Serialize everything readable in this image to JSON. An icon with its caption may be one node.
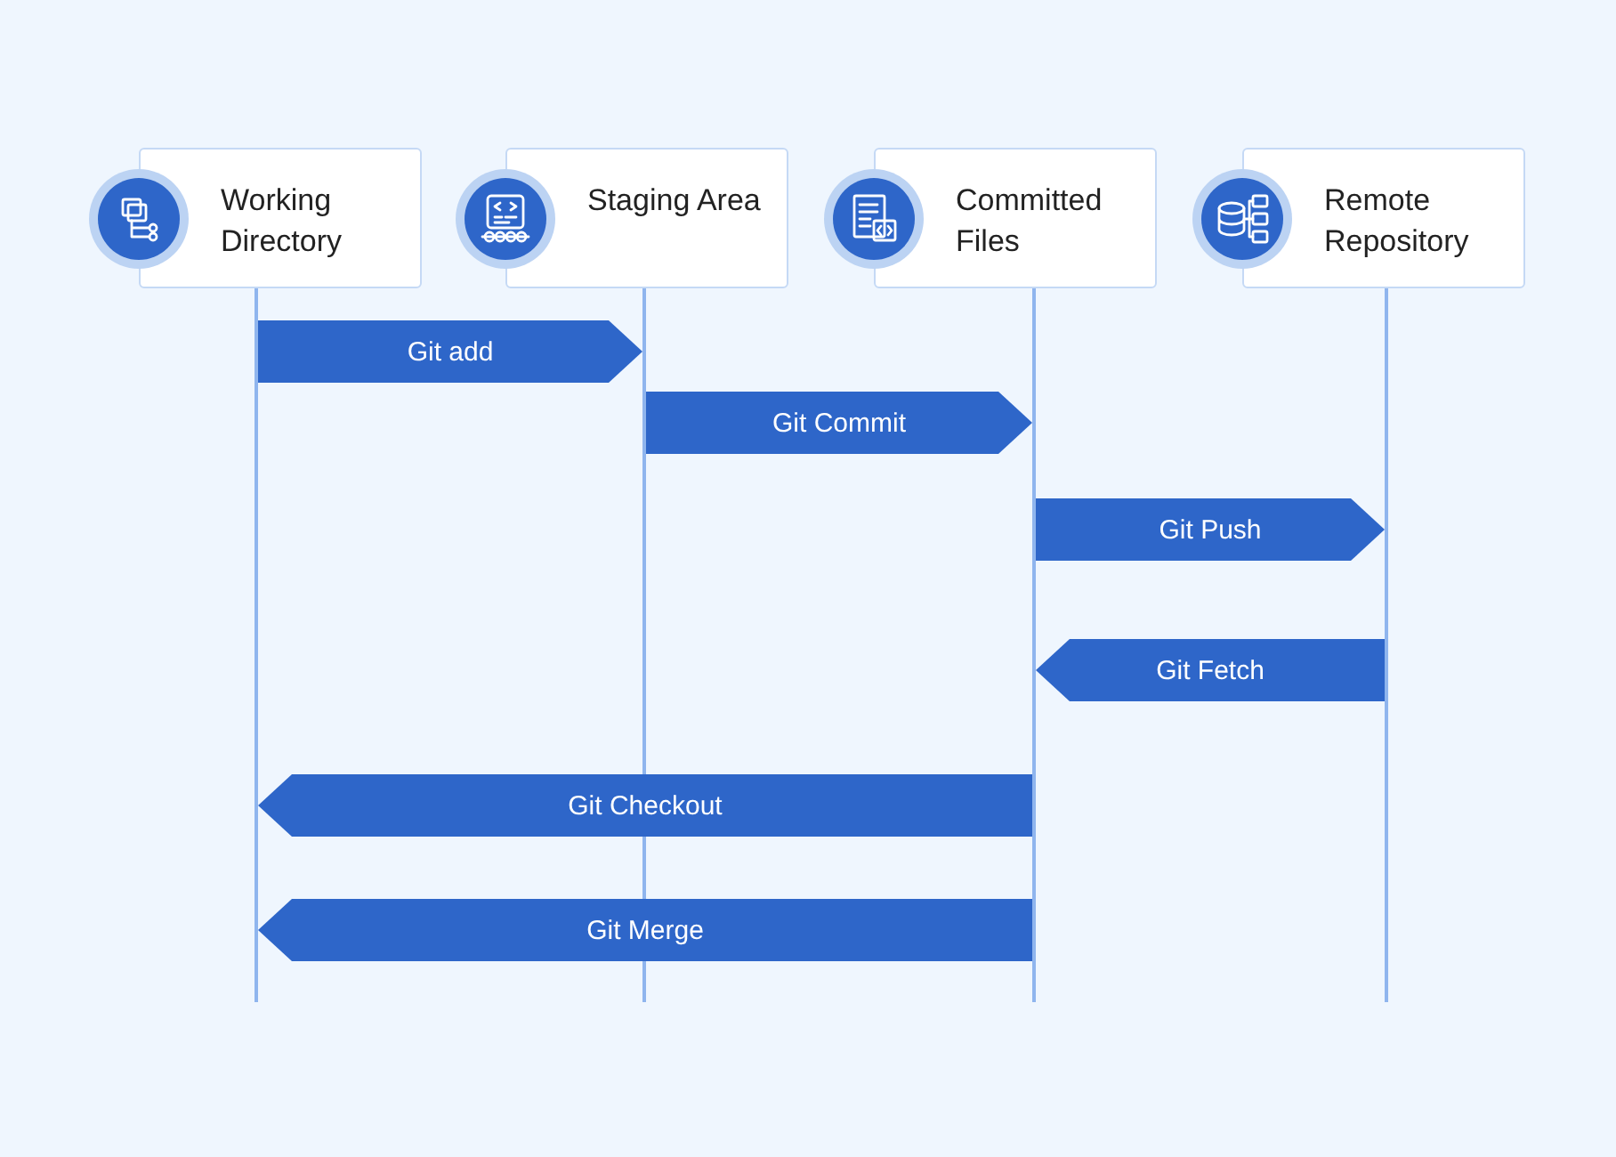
{
  "diagram": {
    "nodes": [
      {
        "text": [
          "Working Directory"
        ]
      },
      {
        "text": [
          "Staging Area"
        ]
      },
      {
        "text": [
          "Committed Files"
        ]
      },
      {
        "text": [
          "Remote Repository"
        ]
      },
      {
        "text": [],
        "shape": "bar"
      },
      {
        "text": [],
        "shape": "bar"
      },
      {
        "text": [],
        "shape": "bar"
      },
      {
        "text": [],
        "shape": "bar"
      }
    ],
    "edges": [
      {
        "from": 4,
        "to": 5,
        "arrow": "to",
        "label": "Git add"
      },
      {
        "from": 5,
        "to": 6,
        "arrow": "to",
        "label": "Git Commit"
      },
      {
        "from": 6,
        "to": 7,
        "arrow": "to",
        "label": "Git Push"
      },
      {
        "from": 7,
        "to": 6,
        "arrow": "to",
        "label": "Git Fetch"
      },
      {
        "from": 6,
        "to": 4,
        "arrow": "to",
        "label": "Git Checkout"
      },
      {
        "from": 6,
        "to": 4,
        "arrow": "to",
        "label": "Git Merge"
      }
    ]
  }
}
